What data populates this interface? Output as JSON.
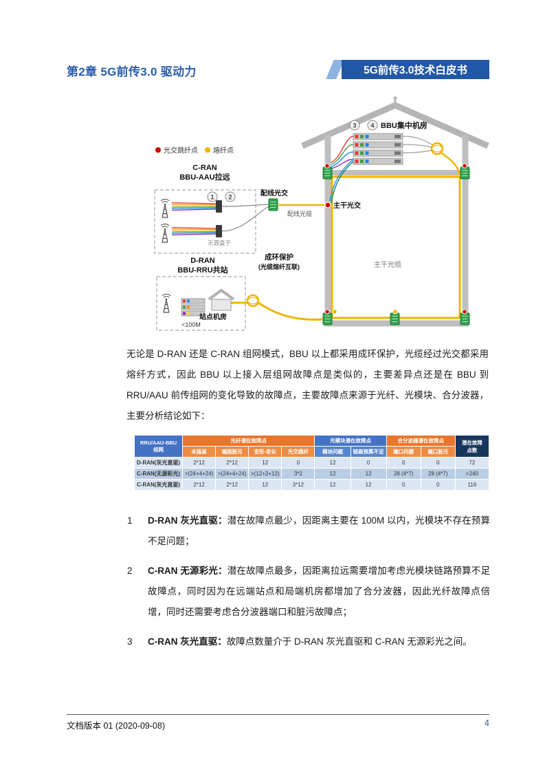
{
  "header": {
    "chapter": "第2章 5G前传3.0 驱动力",
    "banner": "5G前传3.0技术白皮书"
  },
  "diagram": {
    "legend_jump": "光交跳纤点",
    "legend_fuse": "熔纤点",
    "cran_l1": "C-RAN",
    "cran_l2": "BBU-AAU拉远",
    "num1": "1",
    "num2": "2",
    "num3": "3",
    "num4": "4",
    "passive_box": "无源盒子",
    "dist_odf": "配线光交",
    "dist_cable": "配线光缆",
    "trunk_odf": "主干光交",
    "trunk_cable": "主干光缆",
    "dran_l1": "D-RAN",
    "dran_l2": "BBU-RRU共站",
    "ring_l1": "成环保护",
    "ring_l2": "(光缆熔纤互联)",
    "site_room": "站点机房",
    "distance": "<100M",
    "bbu_room": "BBU集中机房",
    "colors": {
      "jump_dot": "#d10000",
      "fuse_dot": "#f0b400",
      "cable": "#f0b400",
      "cabinet": "#33a14b"
    }
  },
  "paragraph": "无论是 D-RAN 还是 C-RAN 组网模式，BBU 以上都采用成环保护，光缆经过光交都采用熔纤方式，因此 BBU 以上接入层组网故障点是类似的，主要差异点还是在 BBU 到 RRU/AAU 前传组网的变化导致的故障点，主要故障点来源于光纤、光模块、合分波器，主要分析结论如下：",
  "table": {
    "corner": "RRU/AAU-BBU\n组网",
    "groups": [
      {
        "label": "光纤潜在故障点",
        "cols": [
          "未插紧",
          "端面脏污",
          "变形-老化",
          "光交跳纤"
        ]
      },
      {
        "label": "光模块潜在故障点",
        "cols": [
          "模块问题",
          "链路预算不足"
        ]
      },
      {
        "label": "合分波器潜在故障点",
        "cols": [
          "端口问题",
          "端口脏污"
        ]
      }
    ],
    "total_header": "潜在故障\n点数",
    "rows": [
      {
        "name": "D-RAN(灰光直驱)",
        "cells": [
          "2*12",
          "2*12",
          "12",
          "0",
          "12",
          "0",
          "0",
          "0",
          "72"
        ]
      },
      {
        "name": "C-RAN(无源彩光)",
        "cells": [
          ">(24+4+24)",
          ">(24+4+24)",
          ">(12+2+12)",
          "3*2",
          "12",
          "12",
          "28 (4*7)",
          "28 (4*7)",
          ">240"
        ]
      },
      {
        "name": "C-RAN(灰光直驱)",
        "cells": [
          "2*12",
          "2*12",
          "12",
          "3*12",
          "12",
          "12",
          "0",
          "0",
          "116"
        ]
      }
    ]
  },
  "list": [
    {
      "num": "1",
      "term": "D-RAN 灰光直驱：",
      "text": "潜在故障点最少，因距离主要在 100M 以内，光模块不存在预算不足问题；"
    },
    {
      "num": "2",
      "term": "C-RAN 无源彩光：",
      "text": "潜在故障点最多，因距离拉远需要增加考虑光模块链路预算不足故障点，同时因为在远端站点和局端机房都增加了合分波器，因此光纤故障点倍增，同时还需要考虑合分波器端口和脏污故障点；"
    },
    {
      "num": "3",
      "term": "C-RAN 灰光直驱：",
      "text": "故障点数量介于 D-RAN 灰光直驱和 C-RAN 无源彩光之间。"
    }
  ],
  "footer": {
    "version": "文档版本 01 (2020-09-08)",
    "page": "4"
  }
}
